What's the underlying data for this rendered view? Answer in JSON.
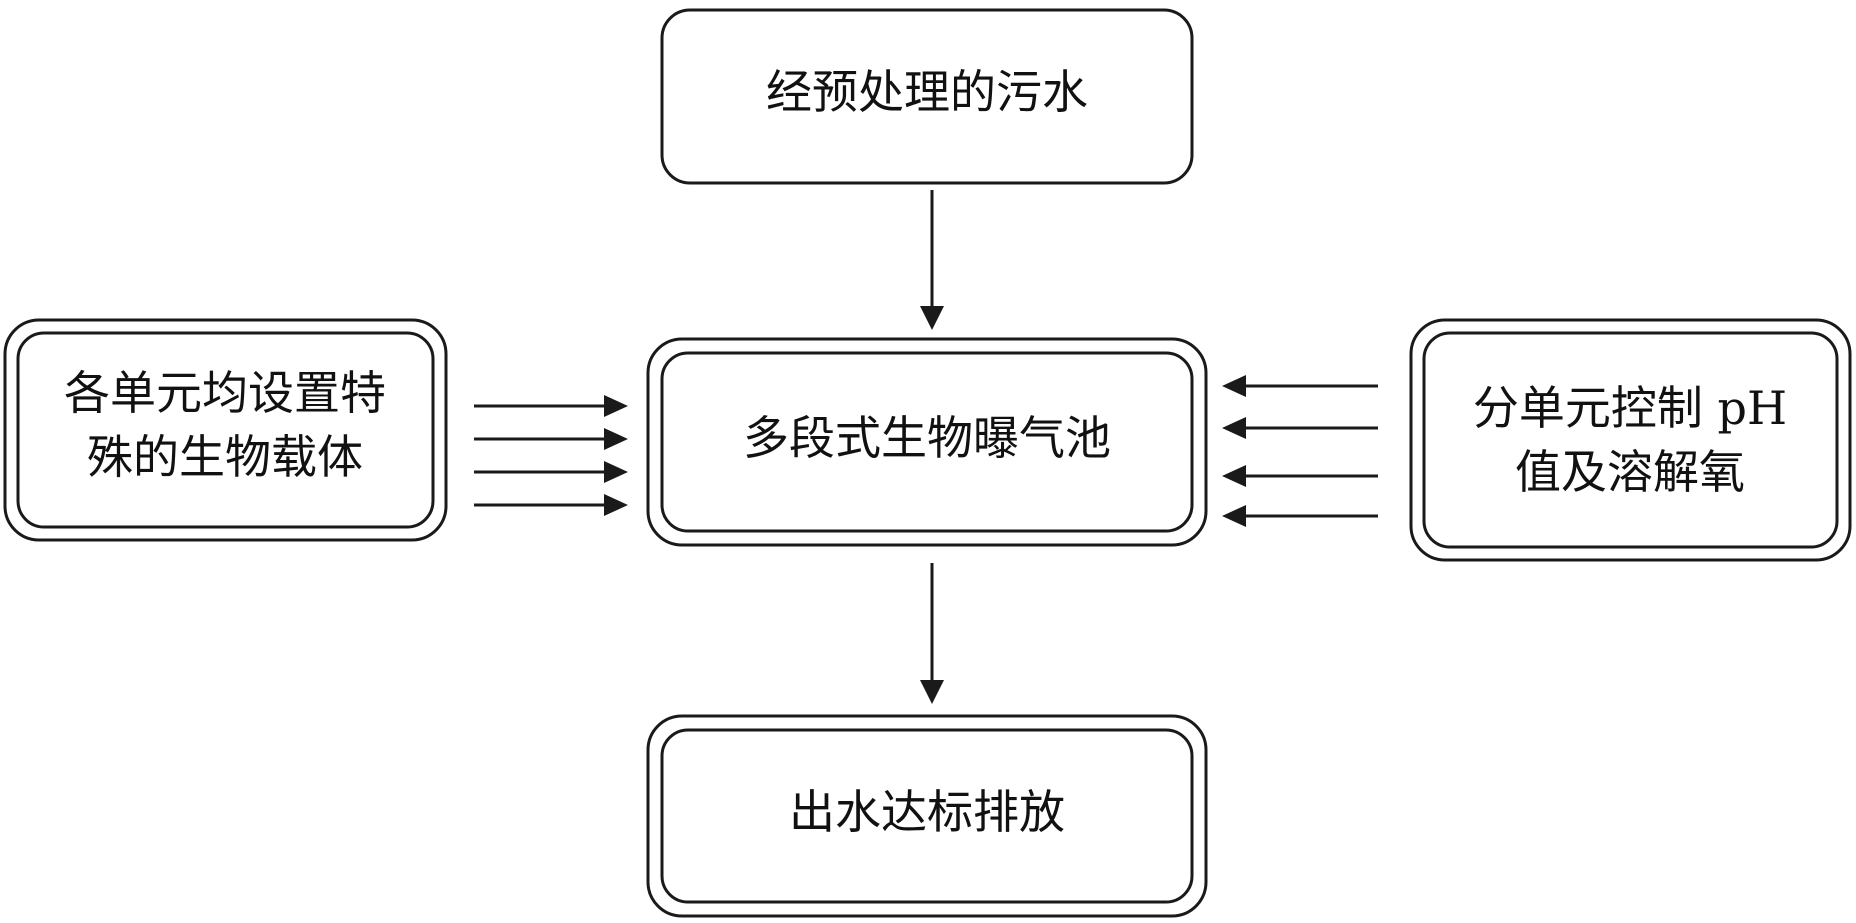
{
  "nodes": {
    "input": {
      "label": "经预处理的污水"
    },
    "tank": {
      "label": "多段式生物曝气池"
    },
    "carrier": {
      "line1": "各单元均设置特",
      "line2": "殊的生物载体"
    },
    "control": {
      "line1": "分单元控制 pH",
      "line2": "值及溶解氧"
    },
    "output": {
      "label": "出水达标排放"
    }
  }
}
